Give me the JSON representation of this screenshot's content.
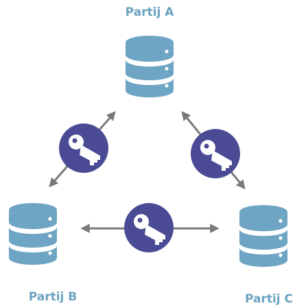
{
  "diagram": {
    "parties": [
      {
        "id": "a",
        "label": "Partij A",
        "icon": "database-icon"
      },
      {
        "id": "b",
        "label": "Partij B",
        "icon": "database-icon"
      },
      {
        "id": "c",
        "label": "Partij C",
        "icon": "database-icon"
      }
    ],
    "links": [
      {
        "from": "a",
        "to": "b",
        "icon": "key-icon",
        "direction": "bidirectional"
      },
      {
        "from": "a",
        "to": "c",
        "icon": "key-icon",
        "direction": "bidirectional"
      },
      {
        "from": "b",
        "to": "c",
        "icon": "key-icon",
        "direction": "bidirectional"
      }
    ]
  },
  "colors": {
    "database": "#6ea4c4",
    "database_light": "#ffffff",
    "key_badge": "#4a4a95",
    "key": "#ffffff",
    "arrow": "#7a7a7a",
    "label": "#6aa2c0"
  }
}
